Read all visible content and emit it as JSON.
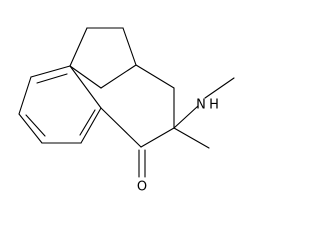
{
  "structure": {
    "atom_labels": {
      "amine_nitrogen": "N",
      "amine_hydrogen": "H",
      "ketone_oxygen": "O"
    }
  },
  "colors": {
    "bond": "#000000",
    "background": "#ffffff"
  }
}
